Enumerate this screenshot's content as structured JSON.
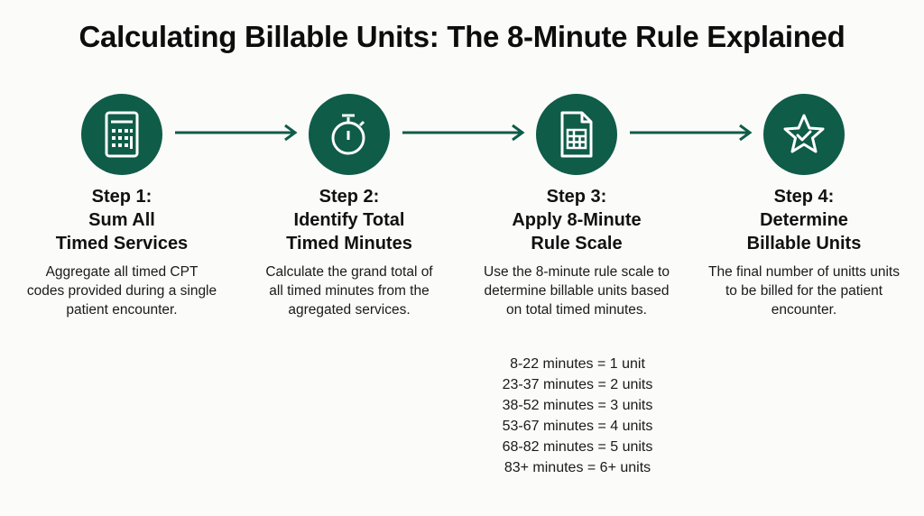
{
  "title": "Calculating Billable Units: The 8-Minute Rule Explained",
  "colors": {
    "accent": "#0f5c48",
    "icon_stroke": "#ffffff"
  },
  "steps": [
    {
      "icon": "calculator-icon",
      "label": "Step 1:",
      "title_line1": "Sum All",
      "title_line2": "Timed Services",
      "description": "Aggregate all timed CPT codes provided during a single patient encounter."
    },
    {
      "icon": "stopwatch-icon",
      "label": "Step 2:",
      "title_line1": "Identify Total",
      "title_line2": "Timed Minutes",
      "description": "Calculate the grand total of all timed minutes from the agregated services."
    },
    {
      "icon": "spreadsheet-icon",
      "label": "Step 3:",
      "title_line1": "Apply 8-Minute",
      "title_line2": "Rule Scale",
      "description": "Use the 8-minute rule scale to determine billable units based on total timed minutes."
    },
    {
      "icon": "star-check-icon",
      "label": "Step 4:",
      "title_line1": "Determine",
      "title_line2": "Billable Units",
      "description": "The final number of unitts units to be billed for the patient encounter."
    }
  ],
  "scale": [
    "8-22 minutes = 1 unit",
    "23-37 minutes = 2 units",
    "38-52 minutes = 3 units",
    "53-67 minutes = 4 units",
    "68-82 minutes = 5 units",
    "83+ minutes = 6+ units"
  ]
}
